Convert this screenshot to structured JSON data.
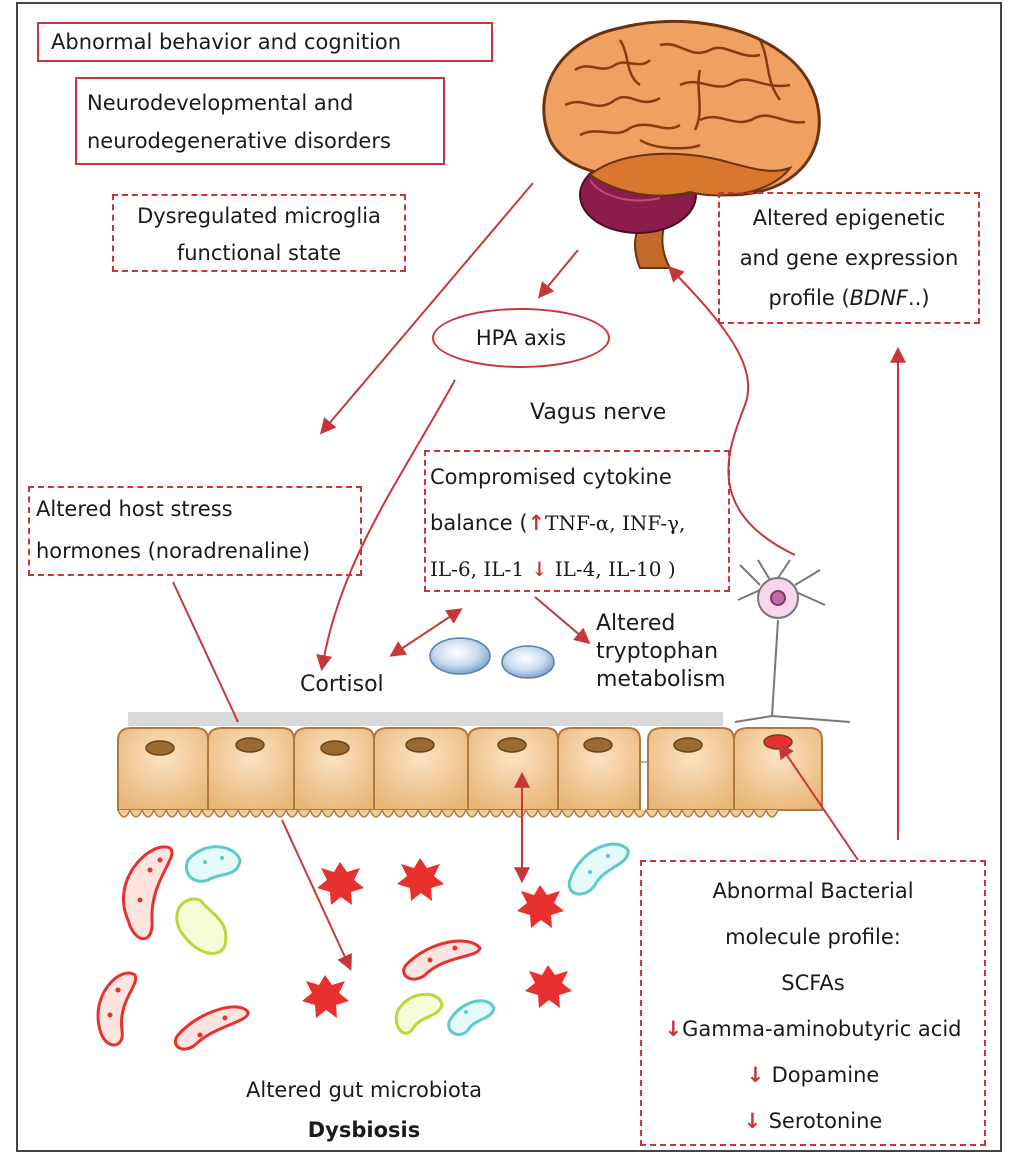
{
  "top_boxes": {
    "abnormal_behavior": "Abnormal behavior and cognition",
    "neuro_line1": "Neurodevelopmental and",
    "neuro_line2": "neurodegenerative disorders",
    "microglia_line1": "Dysregulated microglia",
    "microglia_line2": "functional state"
  },
  "epigenetic": {
    "line1": "Altered epigenetic",
    "line2": "and gene expression",
    "line3_prefix": "profile (",
    "line3_gene": "BDNF",
    "line3_suffix": "..)"
  },
  "hpa_axis": "HPA axis",
  "vagus_nerve": "Vagus nerve",
  "cytokine": {
    "line1": "Compromised cytokine",
    "line2_prefix": "balance (",
    "line2_rest": "TNF-α, INF-γ,",
    "line3_a": "IL-6, IL-1",
    "line3_b": "IL-4, IL-10 )"
  },
  "stress_hormones": {
    "line1": "Altered host stress",
    "line2": "hormones (noradrenaline)"
  },
  "cortisol": "Cortisol",
  "tryptophan": {
    "line1": "Altered",
    "line2": "tryptophan",
    "line3": "metabolism"
  },
  "bacterial_profile": {
    "line1": "Abnormal Bacterial",
    "line2": "molecule profile:",
    "line3": "SCFAs",
    "line4": "Gamma-aminobutyric acid",
    "line5": "Dopamine",
    "line6": "Serotonine"
  },
  "microbiota": {
    "line1": "Altered gut microbiota",
    "line2": "Dysbiosis"
  },
  "colors": {
    "accent_red": "#c8363a",
    "cell_fill": "#f2cc9a",
    "brain_pink": "#f0a060",
    "bacteria_red": "#e8302e",
    "bacteria_cyan": "#7ed6d6",
    "bacteria_green": "#d6e87a"
  },
  "icons": [
    "brain-icon",
    "neuron-icon",
    "immune-cell-icon",
    "epithelial-cell-icon",
    "bacterium-icon",
    "down-arrow-icon",
    "up-arrow-icon"
  ]
}
